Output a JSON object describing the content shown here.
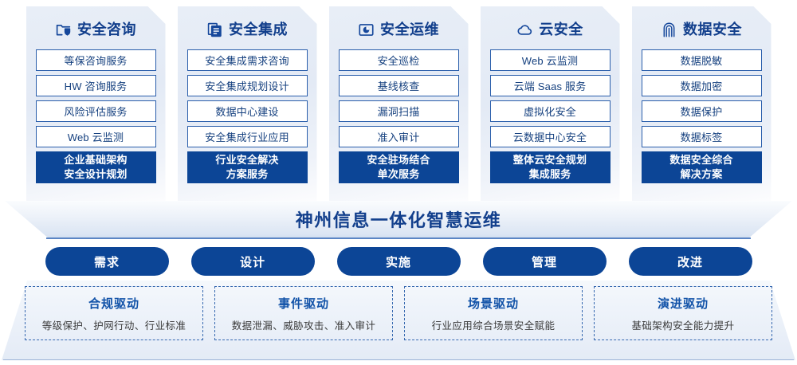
{
  "columns": [
    {
      "icon": "folder-shield-icon",
      "title": "安全咨询",
      "items": [
        "等保咨询服务",
        "HW 咨询服务",
        "风险评估服务",
        "Web 云监测"
      ],
      "highlight": [
        "企业基础架构",
        "安全设计规划"
      ]
    },
    {
      "icon": "document-copy-icon",
      "title": "安全集成",
      "items": [
        "安全集成需求咨询",
        "安全集成规划设计",
        "数据中心建设",
        "安全集成行业应用"
      ],
      "highlight": [
        "行业安全解决",
        "方案服务"
      ]
    },
    {
      "icon": "folder-chart-icon",
      "title": "安全运维",
      "items": [
        "安全巡检",
        "基线核查",
        "漏洞扫描",
        "准入审计"
      ],
      "highlight": [
        "安全驻场结合",
        "单次服务"
      ]
    },
    {
      "icon": "cloud-icon",
      "title": "云安全",
      "items": [
        "Web 云监测",
        "云端 Saas 服务",
        "虚拟化安全",
        "云数据中心安全"
      ],
      "highlight": [
        "整体云安全规划",
        "集成服务"
      ]
    },
    {
      "icon": "fingerprint-icon",
      "title": "数据安全",
      "items": [
        "数据脱敏",
        "数据加密",
        "数据保护",
        "数据标签"
      ],
      "highlight": [
        "数据安全综合",
        "解决方案"
      ]
    }
  ],
  "banner": {
    "text": "神州信息一体化智慧运维"
  },
  "pills": [
    {
      "label": "需求"
    },
    {
      "label": "设计"
    },
    {
      "label": "实施"
    },
    {
      "label": "管理"
    },
    {
      "label": "改进"
    }
  ],
  "drivers": [
    {
      "title": "合规驱动",
      "desc": "等级保护、护网行动、行业标准"
    },
    {
      "title": "事件驱动",
      "desc": "数据泄漏、威胁攻击、准入审计"
    },
    {
      "title": "场景驱动",
      "desc": "行业应用综合场景安全赋能"
    },
    {
      "title": "演进驱动",
      "desc": "基础架构安全能力提升"
    }
  ],
  "colors": {
    "primary_blue": "#0c4596",
    "title_blue": "#123f8c",
    "box_border": "#2a5eab",
    "panel_bg": "#e6ecf6",
    "dashed_border": "#3769b0"
  }
}
